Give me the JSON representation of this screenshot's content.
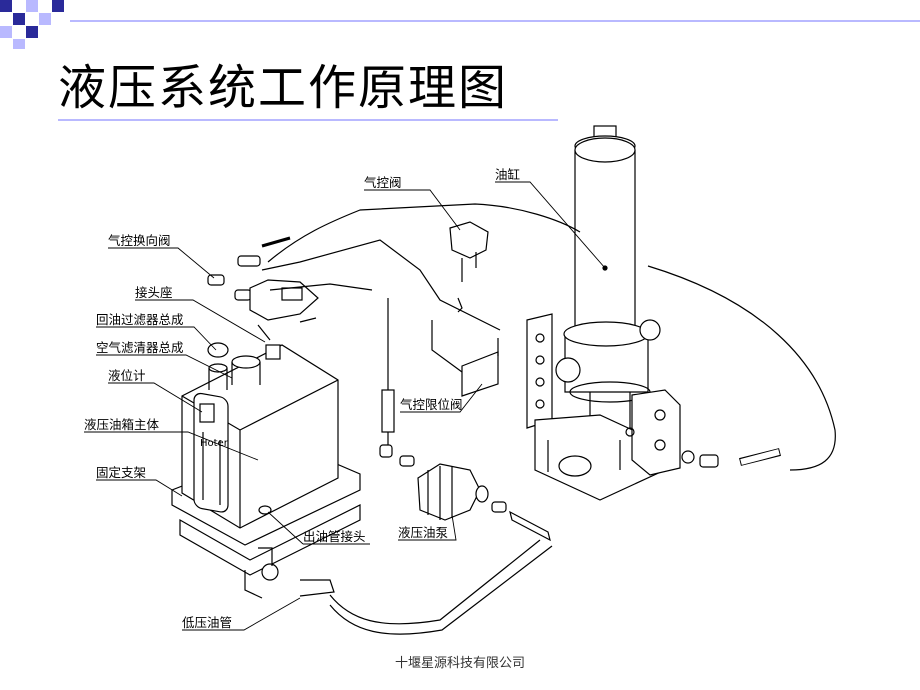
{
  "slide": {
    "title": "液压系统工作原理图",
    "footer": "十堰星源科技有限公司"
  },
  "diagram": {
    "labels": {
      "pneumatic_valve": "气控阀",
      "cylinder": "油缸",
      "pneumatic_reversing_valve": "气控换向阀",
      "joint_seat": "接头座",
      "return_filter_assembly": "回油过滤器总成",
      "air_filter_assembly": "空气滤清器总成",
      "level_gauge": "液位计",
      "pneumatic_limit_valve": "气控限位阀",
      "tank_main_body": "液压油箱主体",
      "fixed_bracket": "固定支架",
      "outlet_pipe_joint": "出油管接头",
      "hydraulic_pump": "液压油泵",
      "low_pressure_pipe": "低压油管"
    },
    "tank_badge": "Hoter"
  },
  "colors": {
    "deco_square": "#2a2a9a",
    "deco_light": "#b9b9ff",
    "line": "#000000"
  }
}
